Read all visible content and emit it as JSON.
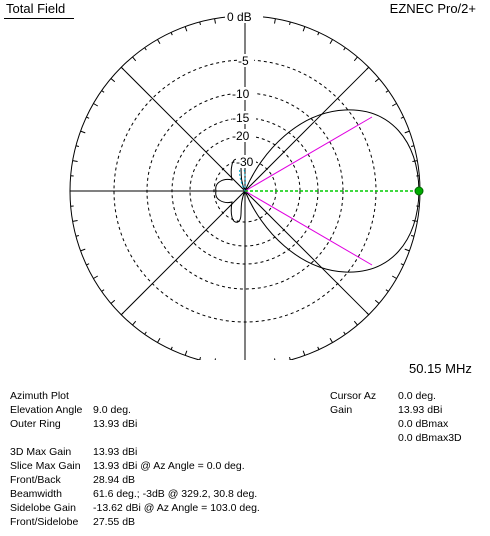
{
  "header": {
    "title": "Total Field",
    "brand": "EZNEC Pro/2+"
  },
  "plot": {
    "ring_labels": [
      "0 dB",
      "-5",
      "-10",
      "-15",
      "-20",
      "-30"
    ],
    "frequency": "50.15 MHz",
    "colors": {
      "pattern": "#000000",
      "grid": "#000000",
      "beamwidth_lines": "#e000e0",
      "cursor_line": "#00cc00",
      "cursor_dot": "#00aa00",
      "inner_lobe": "#00aacc"
    }
  },
  "left_info": [
    {
      "label": "Azimuth Plot",
      "value": ""
    },
    {
      "label": "Elevation Angle",
      "value": "9.0 deg."
    },
    {
      "label": "Outer Ring",
      "value": "13.93 dBi"
    },
    {
      "label": "3D Max Gain",
      "value": "13.93 dBi"
    },
    {
      "label": "Slice Max Gain",
      "value": "13.93 dBi @ Az Angle = 0.0 deg."
    },
    {
      "label": "Front/Back",
      "value": "28.94 dB"
    },
    {
      "label": "Beamwidth",
      "value": "61.6 deg.; -3dB @ 329.2, 30.8 deg."
    },
    {
      "label": "Sidelobe Gain",
      "value": "-13.62 dBi @ Az Angle = 103.0 deg."
    },
    {
      "label": "Front/Sidelobe",
      "value": "27.55 dB"
    }
  ],
  "right_info": {
    "cursor_az_label": "Cursor Az",
    "cursor_az_value": "0.0 deg.",
    "gain_label": "Gain",
    "gain_values": [
      "13.93 dBi",
      "0.0 dBmax",
      "0.0 dBmax3D"
    ]
  }
}
